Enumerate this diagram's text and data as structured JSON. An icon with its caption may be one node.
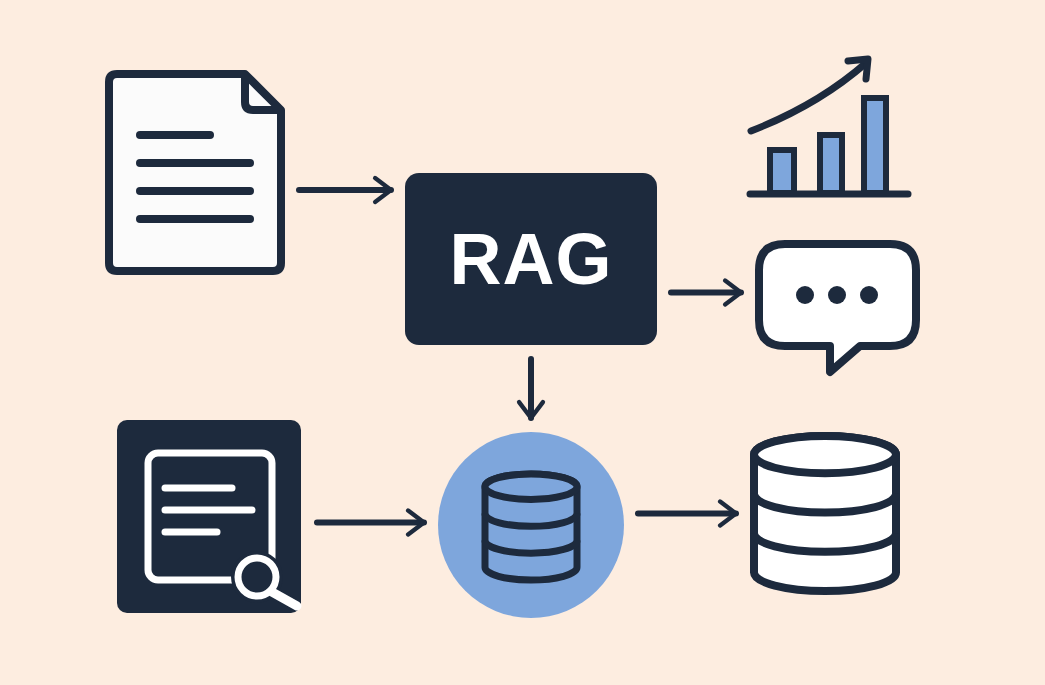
{
  "diagram": {
    "nodes": [
      {
        "text": [],
        "shape": "document"
      },
      {
        "text": [
          "RAG"
        ]
      },
      {
        "text": [],
        "shape": "chart"
      },
      {
        "text": [],
        "shape": "bubble"
      },
      {
        "text": [],
        "shape": "box"
      },
      {
        "text": [],
        "shape": "circle"
      },
      {
        "text": [],
        "shape": "cylinder"
      }
    ],
    "edges": [
      {
        "from": 0,
        "to": 1,
        "arrow": "to"
      },
      {
        "from": 1,
        "to": 3,
        "arrow": "to"
      },
      {
        "from": 1,
        "to": 5,
        "arrow": "to"
      },
      {
        "from": 4,
        "to": 5,
        "arrow": "to"
      },
      {
        "from": 5,
        "to": 6,
        "arrow": "to"
      }
    ]
  }
}
